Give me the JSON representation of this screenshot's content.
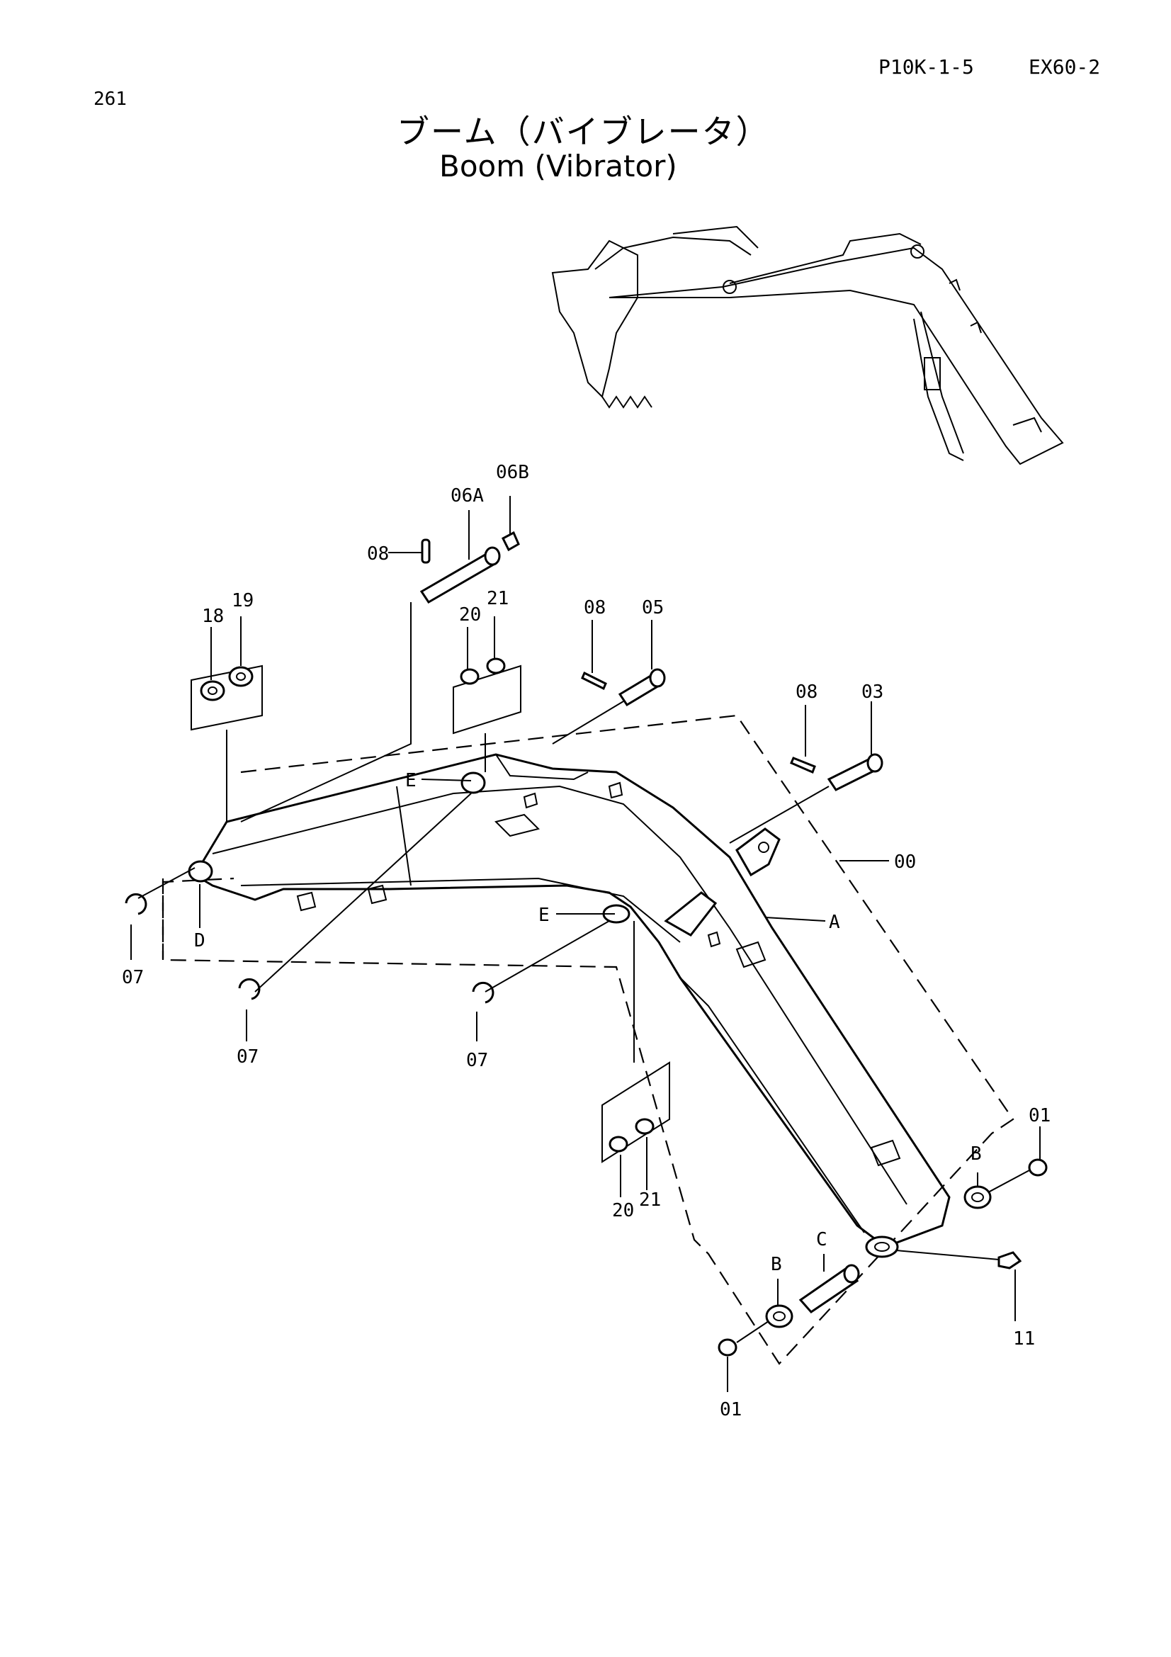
{
  "header": {
    "page_number": "261",
    "ref_code": "P10K-1-5",
    "model": "EX60-2",
    "title_jp": "ブーム（バイブレータ）",
    "title_en": "Boom (Vibrator)"
  },
  "callouts": {
    "p06b": "06B",
    "p06a": "06A",
    "p08_top": "08",
    "p18": "18",
    "p19": "19",
    "p20_top": "20",
    "p21_top": "21",
    "p08_mid": "08",
    "p05": "05",
    "p08_right": "08",
    "p03": "03",
    "e_top": "E",
    "e_mid": "E",
    "d": "D",
    "p07_left": "07",
    "p07_mid": "07",
    "p07_right": "07",
    "p00": "00",
    "a": "A",
    "p01_right": "01",
    "b_right": "B",
    "c": "C",
    "b_left": "B",
    "p11": "11",
    "p01_bottom": "01",
    "p20_bottom": "20",
    "p21_bottom": "21"
  }
}
